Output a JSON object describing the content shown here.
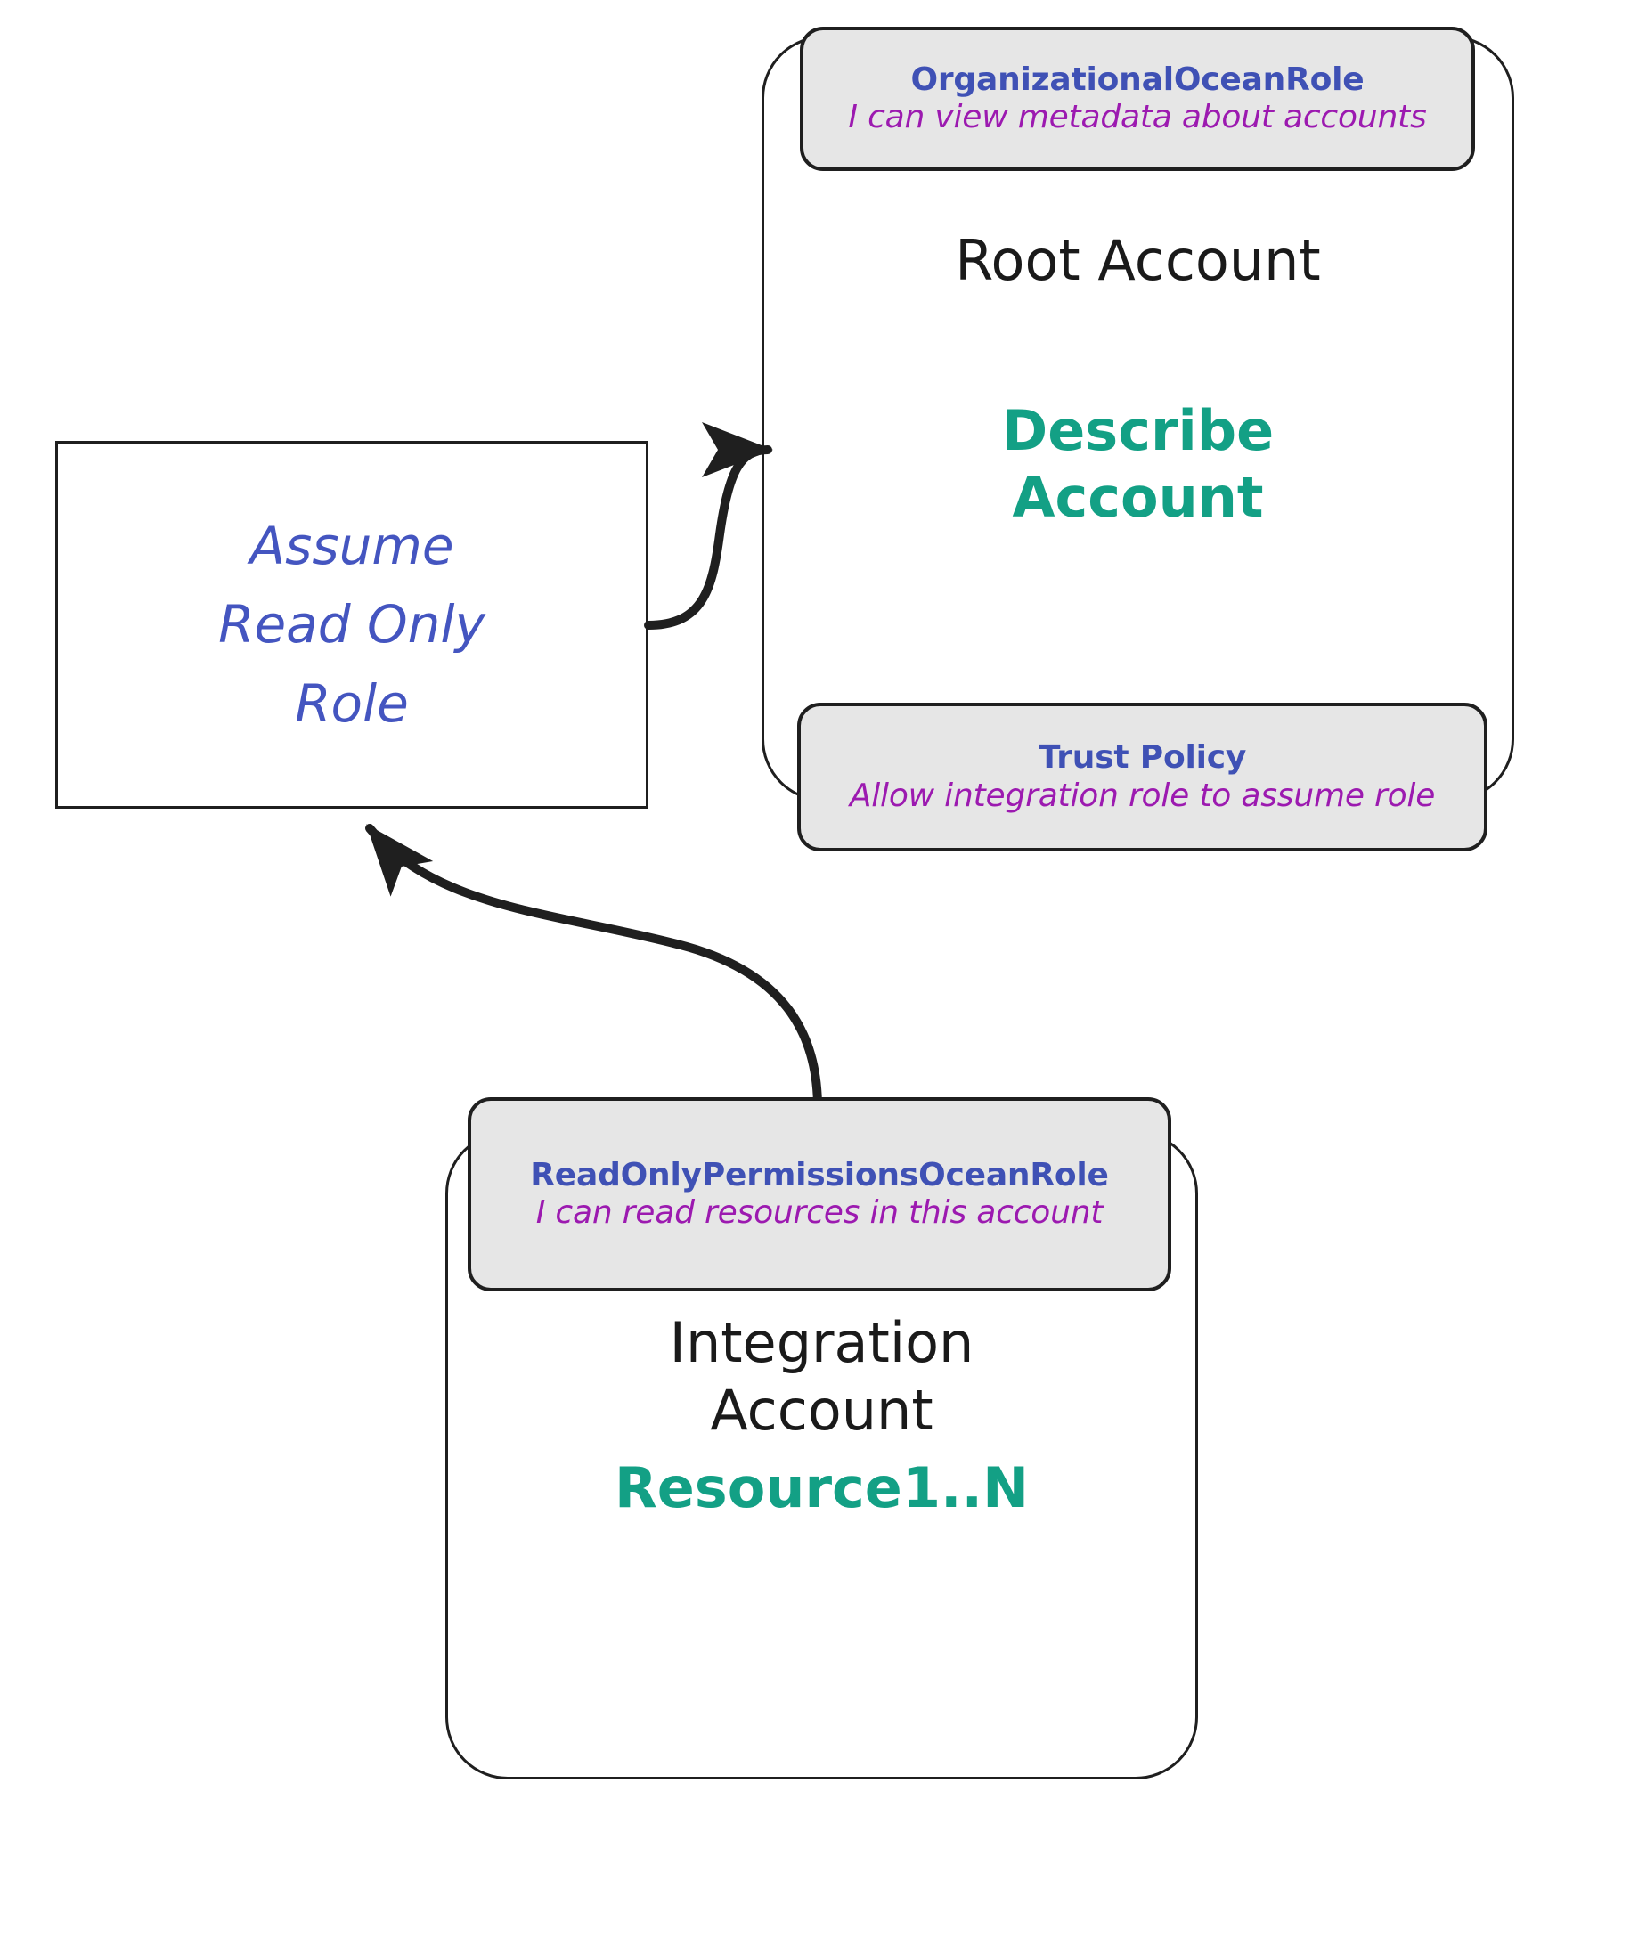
{
  "diagram": {
    "title": "AWS cross-account read-only role assumption",
    "colors": {
      "role_title": "#3f51b5",
      "role_description": "#9c1ab0",
      "resource_text": "#13a085",
      "assume_text": "#4455c0",
      "label_box_fill": "#e6e6e6",
      "stroke": "#1f1f1f",
      "canvas": "#ffffff"
    }
  },
  "nodes": {
    "assume_role": {
      "text": "Assume\nRead Only\nRole",
      "shape": "rectangle"
    },
    "root_account": {
      "name": "Root Account",
      "resource": "Describe\nAccount",
      "shape": "rounded-rectangle"
    },
    "integration_account": {
      "name": "Integration\nAccount",
      "resource": "Resource1..N",
      "shape": "rounded-rectangle"
    }
  },
  "labels": {
    "organizational_role": {
      "title": "OrganizationalOceanRole",
      "description": "I can view metadata about accounts"
    },
    "trust_policy": {
      "title": "Trust Policy",
      "description": "Allow integration role to assume role"
    },
    "readonly_permissions_role": {
      "title": "ReadOnlyPermissionsOceanRole",
      "description": "I can read resources in this account"
    }
  },
  "edges": [
    {
      "id": "assume-to-root",
      "from": "assume_role",
      "to": "root_account",
      "arrowhead": "end"
    },
    {
      "id": "integration-to-assume",
      "from": "integration_account",
      "to": "assume_role",
      "arrowhead": "end"
    }
  ]
}
